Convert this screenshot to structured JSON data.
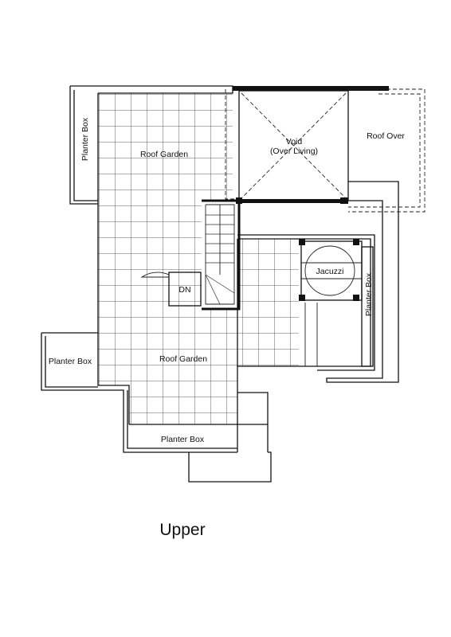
{
  "plan": {
    "title": "Upper",
    "rooms": {
      "planter_box_left_top": "Planter Box",
      "roof_garden_top": "Roof Garden",
      "void_line1": "Void",
      "void_line2": "(Over Living)",
      "roof_over": "Roof Over",
      "jacuzzi": "Jacuzzi",
      "planter_box_right": "Planter Box",
      "dn": "DN",
      "planter_box_left_mid": "Planter Box",
      "roof_garden_bottom": "Roof Garden",
      "planter_box_bottom": "Planter Box"
    }
  }
}
